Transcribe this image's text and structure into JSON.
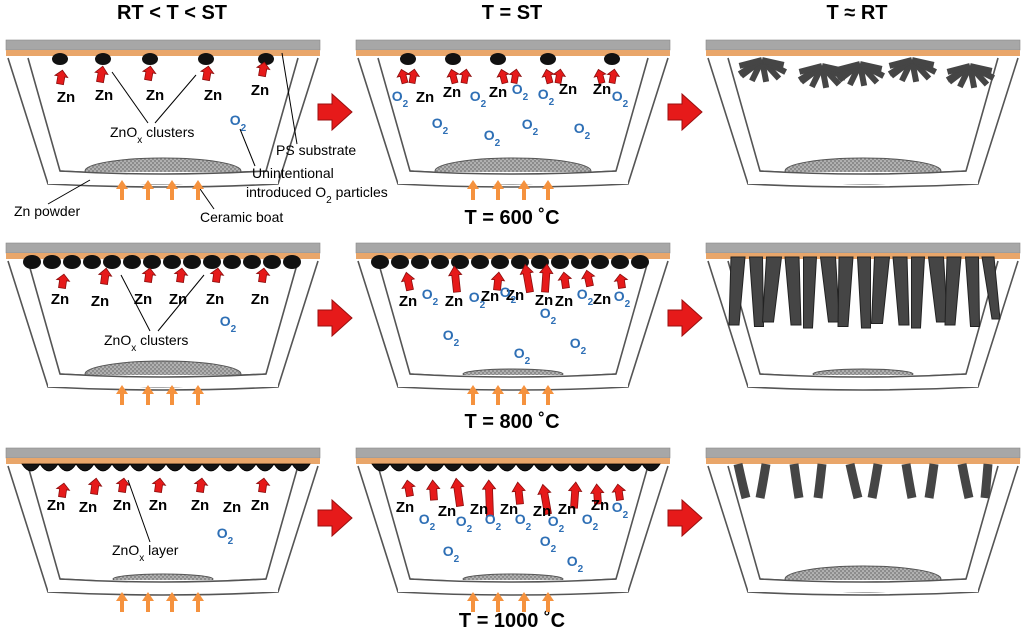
{
  "headers": {
    "col1": "RT < T < ST",
    "col2": "T = ST",
    "col3": "T ≈ RT"
  },
  "temperatures": {
    "row1": "T = 600 ˚C",
    "row2": "T = 800 ˚C",
    "row3": "T = 1000 ˚C"
  },
  "species": {
    "zn": "Zn",
    "o": "O",
    "sub2": "2"
  },
  "labels": {
    "znox_clusters": "ZnOx clusters",
    "znox_layer": "ZnOx layer",
    "ps_substrate": "PS substrate",
    "unintentional_line1": "Unintentional",
    "unintentional_line2": "introduced O2 particles",
    "zn_powder": "Zn powder",
    "ceramic_boat": "Ceramic boat"
  },
  "colors": {
    "substrate_gray": "#a7a7a7",
    "substrate_orange": "#e9a66a",
    "arrow_red": "#e61a1a",
    "heat_arrow_orange": "#f5923e",
    "o2_blue": "#2e6fb5",
    "nano_dark": "#454545",
    "powder_gray": "#909090"
  },
  "icons": [
    "red-block-arrow-icon",
    "heat-arrow-icon"
  ]
}
